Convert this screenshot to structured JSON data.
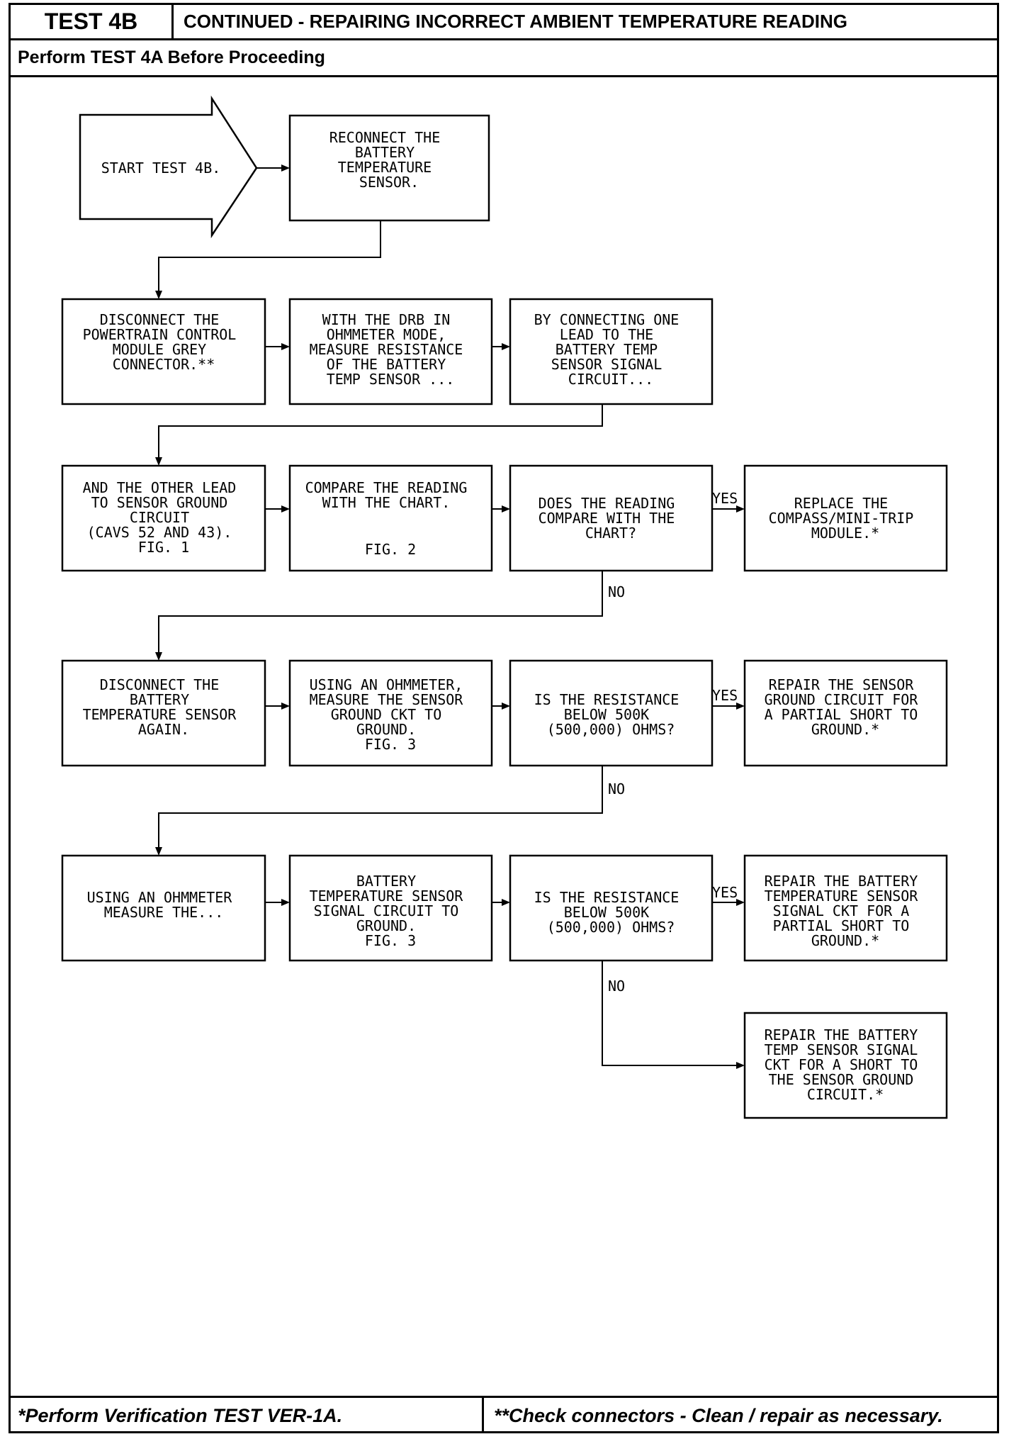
{
  "header": {
    "test_label": "TEST 4B",
    "title": "CONTINUED - REPAIRING INCORRECT AMBIENT TEMPERATURE READING",
    "prerequisite": "Perform TEST 4A Before Proceeding"
  },
  "footer": {
    "left_note": "*Perform Verification TEST VER-1A.",
    "right_note": "**Check connectors - Clean / repair as necessary."
  },
  "nodes": {
    "start": [
      "START TEST 4B."
    ],
    "reconnect": [
      "RECONNECT THE",
      "BATTERY",
      "TEMPERATURE",
      "SENSOR."
    ],
    "disconnect_pcm": [
      "DISCONNECT THE",
      "POWERTRAIN CONTROL",
      "MODULE GREY",
      "CONNECTOR.**"
    ],
    "drb_ohmmeter": [
      "WITH THE DRB IN",
      "OHMMETER MODE,",
      "MEASURE RESISTANCE",
      "OF THE BATTERY",
      "TEMP SENSOR ..."
    ],
    "connect_lead": [
      "BY CONNECTING ONE",
      "LEAD TO THE",
      "BATTERY TEMP",
      "SENSOR SIGNAL",
      "CIRCUIT..."
    ],
    "other_lead": [
      "AND THE OTHER LEAD",
      "TO SENSOR GROUND",
      "CIRCUIT",
      "(CAVS 52 AND 43).",
      "FIG. 1"
    ],
    "compare_chart": [
      "COMPARE THE READING",
      "WITH THE CHART."
    ],
    "compare_fig": "FIG. 2",
    "reading_question": [
      "DOES THE READING",
      "COMPARE WITH THE",
      "CHART?"
    ],
    "replace_module": [
      "REPLACE THE",
      "COMPASS/MINI-TRIP",
      "MODULE.*"
    ],
    "disconnect_sensor": [
      "DISCONNECT THE",
      "BATTERY",
      "TEMPERATURE SENSOR",
      "AGAIN."
    ],
    "measure_ground": [
      "USING AN OHMMETER,",
      "MEASURE THE SENSOR",
      "GROUND CKT TO",
      "GROUND.",
      "FIG. 3"
    ],
    "resistance_question_1": [
      "IS THE RESISTANCE",
      "BELOW 500K",
      "(500,000) OHMS?"
    ],
    "repair_ground": [
      "REPAIR THE SENSOR",
      "GROUND CIRCUIT FOR",
      "A PARTIAL SHORT TO",
      "GROUND.*"
    ],
    "measure_the": [
      "USING AN OHMMETER",
      "MEASURE THE..."
    ],
    "signal_to_ground": [
      "BATTERY",
      "TEMPERATURE SENSOR",
      "SIGNAL CIRCUIT TO",
      "GROUND.",
      "FIG. 3"
    ],
    "resistance_question_2": [
      "IS THE RESISTANCE",
      "BELOW 500K",
      "(500,000) OHMS?"
    ],
    "repair_signal_partial": [
      "REPAIR THE BATTERY",
      "TEMPERATURE SENSOR",
      "SIGNAL CKT FOR A",
      "PARTIAL SHORT TO",
      "GROUND.*"
    ],
    "repair_signal_short": [
      "REPAIR THE BATTERY",
      "TEMP SENSOR SIGNAL",
      "CKT FOR A SHORT TO",
      "THE SENSOR GROUND",
      "CIRCUIT.*"
    ]
  },
  "edge_labels": {
    "yes_1": "YES",
    "no_1": "NO",
    "yes_2": "YES",
    "no_2": "NO",
    "yes_3": "YES",
    "no_3": "NO"
  }
}
